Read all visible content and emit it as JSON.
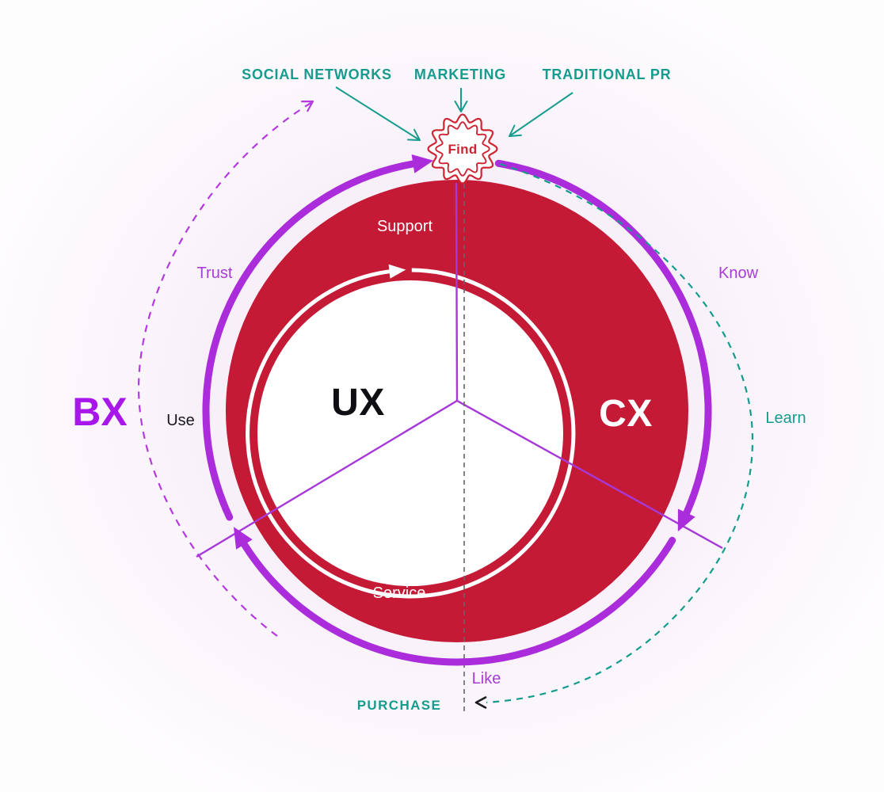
{
  "diagram": {
    "colors": {
      "red": "#c41a36",
      "badge_red": "#ce2534",
      "purple_arc": "#aa2cdb",
      "purple_dashed": "#b43ae0",
      "purple_spoke": "#a738d8",
      "purple_label": "#a93bd9",
      "bx_purple": "#a817ea",
      "teal": "#169c8e",
      "ink": "#17171c",
      "dash_gray": "#666669"
    },
    "channels": {
      "social_networks": "SOCIAL NETWORKS",
      "marketing": "MARKETING",
      "traditional_pr": "TRADITIONAL PR"
    },
    "badge": {
      "label": "Find"
    },
    "zones": {
      "bx": "BX",
      "ux": "UX",
      "cx": "CX"
    },
    "stages": {
      "trust": "Trust",
      "know": "Know",
      "use": "Use",
      "learn": "Learn",
      "support": "Support",
      "service": "Service",
      "like": "Like",
      "purchase": "PURCHASE"
    }
  }
}
